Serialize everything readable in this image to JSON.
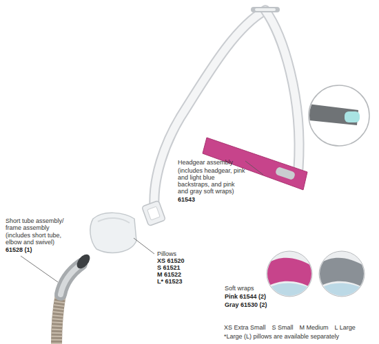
{
  "diagram": {
    "labels": [
      "Headgear assembly",
      "(includes headgear, pink and light blue backstraps, and pink and gray soft wraps)",
      "61543",
      "Short tube assembly/ frame assembly",
      "(includes short tube, elbow and swivel)",
      "61528 (1)",
      "Pillows",
      "XS 61520",
      "S 61521",
      "M 61522",
      "L* 61523",
      "Soft wraps",
      "Pink 61544 (2)",
      "Gray 61530 (2)",
      "XS Extra Small",
      "S Small",
      "M Medium",
      "L Large",
      "*Large (L) pillows are available separately"
    ]
  }
}
